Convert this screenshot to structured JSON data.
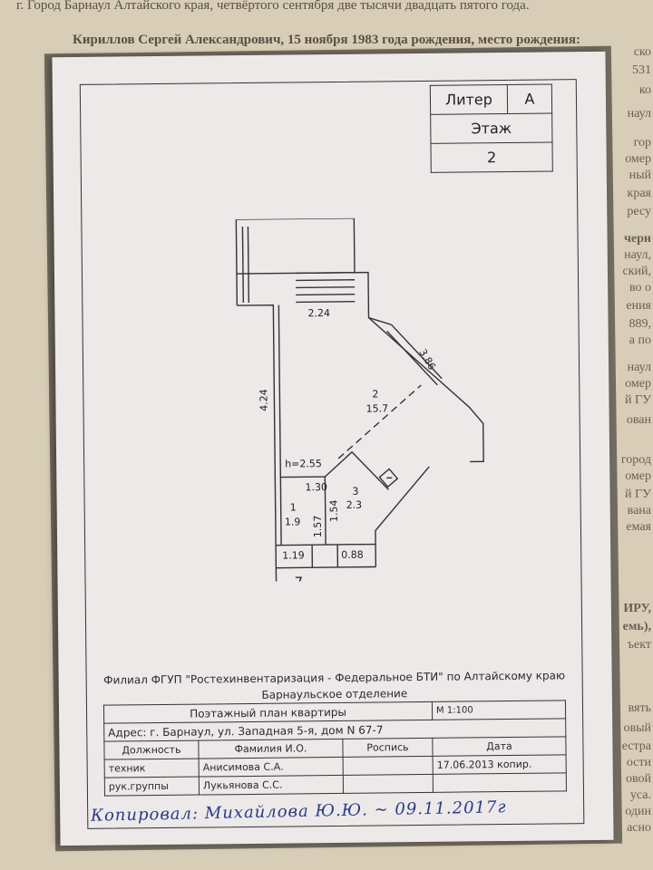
{
  "background_page": {
    "top_lines": [
      "г. Город Барнаул Алтайского края, четвёртого сентября две тысячи двадцать пятого года.",
      "Кириллов Сергей Александрович, 15 ноября 1983 года рождения, место рождения:"
    ],
    "right_fragments": [
      "ско",
      "531",
      "ко",
      "наул",
      "гор",
      "омер",
      "ный",
      "края",
      "ресу",
      "чери",
      "наул,",
      "ский,",
      "во о",
      "ения",
      "889,",
      "а по",
      "наул",
      "омер",
      "й ГУ",
      "ован",
      "город",
      "омер",
      "й ГУ",
      "вана",
      "емая",
      "ИРУ,",
      "емь),",
      "ъект",
      "вять",
      "овый",
      "естра",
      "ости",
      "овой",
      "уса.",
      "один",
      "асно"
    ]
  },
  "header_table": {
    "litera_label": "Литер",
    "litera_value": "А",
    "floor_label": "Этаж",
    "floor_value": "2"
  },
  "plan": {
    "dims": {
      "top_width": "2.24",
      "diag": "3.86",
      "left_height": "4.24",
      "ceiling": "h=2.55",
      "w_130": "1.30",
      "w_154": "1.54",
      "w_157": "1.57",
      "w_119": "1.19",
      "w_088": "0.88"
    },
    "rooms": [
      {
        "number": "2",
        "area": "15.7"
      },
      {
        "number": "1",
        "area": "1.9"
      },
      {
        "number": "3",
        "area": "2.3"
      }
    ],
    "apartment_number": "7"
  },
  "stamp": {
    "org": "Филиал ФГУП \"Ростехинвентаризация - Федеральное БТИ\" по Алтайскому краю",
    "dept": "Барнаульское отделение",
    "plan_title": "Поэтажный план квартиры",
    "scale": "М 1:100",
    "address": "Адрес: г. Барнаул, ул. Западная 5-я, дом N 67-7",
    "col_position": "Должность",
    "col_name": "Фамилия И.О.",
    "col_signature": "Роспись",
    "col_date": "Дата",
    "row1_position": "техник",
    "row1_name": "Анисимова С.А.",
    "row1_date": "17.06.2013 копир.",
    "row2_position": "рук.группы",
    "row2_name": "Лукьянова С.С."
  },
  "handwritten_note": "Копировал: Михайлова Ю.Ю.  ~  09.11.2017г"
}
